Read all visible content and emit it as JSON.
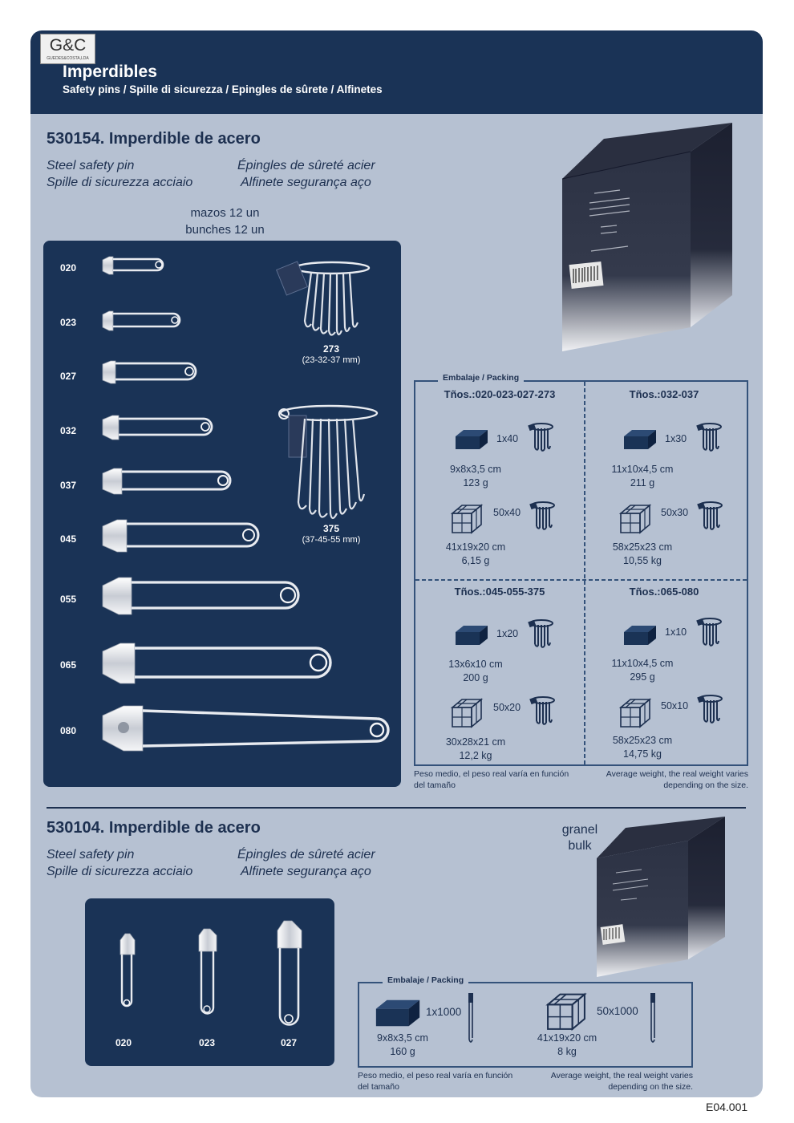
{
  "header": {
    "logo_text": "G&C",
    "logo_sub": "GUEDES&COSTA,LDA",
    "title": "Imperdibles",
    "subtitle": "Safety pins / Spille di sicurezza / Epingles de sûrete / Alfinetes"
  },
  "product1": {
    "title": "530154. Imperdible de acero",
    "name_en": "Steel safety pin",
    "name_it": "Spille di sicurezza acciaio",
    "name_fr": "Épingles de sûreté acier",
    "name_pt": "Alfinete segurança aço",
    "bunch_es": "mazos 12 un",
    "bunch_en": "bunches 12 un",
    "pins": [
      "020",
      "023",
      "027",
      "032",
      "037",
      "045",
      "055",
      "065",
      "080"
    ],
    "bunches": [
      {
        "code": "273",
        "sizes": "(23-32-37 mm)"
      },
      {
        "code": "375",
        "sizes": "(37-45-55 mm)"
      }
    ],
    "packing": {
      "legend": "Embalaje / Packing",
      "cells": [
        {
          "title": "Tños.:020-023-027-273",
          "small_qty": "1x40",
          "small_dims": "9x8x3,5 cm",
          "small_weight": "123 g",
          "big_qty": "50x40",
          "big_dims": "41x19x20 cm",
          "big_weight": "6,15 g"
        },
        {
          "title": "Tños.:032-037",
          "small_qty": "1x30",
          "small_dims": "11x10x4,5 cm",
          "small_weight": "211 g",
          "big_qty": "50x30",
          "big_dims": "58x25x23 cm",
          "big_weight": "10,55 kg"
        },
        {
          "title": "Tños.:045-055-375",
          "small_qty": "1x20",
          "small_dims": "13x6x10 cm",
          "small_weight": "200 g",
          "big_qty": "50x20",
          "big_dims": "30x28x21 cm",
          "big_weight": "12,2 kg"
        },
        {
          "title": "Tños.:065-080",
          "small_qty": "1x10",
          "small_dims": "11x10x4,5 cm",
          "small_weight": "295 g",
          "big_qty": "50x10",
          "big_dims": "58x25x23 cm",
          "big_weight": "14,75 kg"
        }
      ],
      "note_es": "Peso medio, el peso real varía en función del tamaño",
      "note_en": "Average weight, the real weight varies depending on the size."
    }
  },
  "product2": {
    "title": "530104. Imperdible de acero",
    "name_en": "Steel safety pin",
    "name_it": "Spille di sicurezza acciaio",
    "name_fr": "Épingles de sûreté acier",
    "name_pt": "Alfinete segurança aço",
    "bulk_es": "granel",
    "bulk_en": "bulk",
    "pins": [
      "020",
      "023",
      "027"
    ],
    "packing": {
      "legend": "Embalaje / Packing",
      "small_qty": "1x1000",
      "small_dims": "9x8x3,5 cm",
      "small_weight": "160 g",
      "big_qty": "50x1000",
      "big_dims": "41x19x20 cm",
      "big_weight": "8 kg",
      "note_es": "Peso medio, el peso real varía en función del tamaño",
      "note_en": "Average weight, the real weight varies depending on the size."
    }
  },
  "footer": {
    "code": "E04.001"
  },
  "colors": {
    "navy": "#1a3356",
    "background": "#b6c1d2",
    "text": "#1d3050"
  }
}
